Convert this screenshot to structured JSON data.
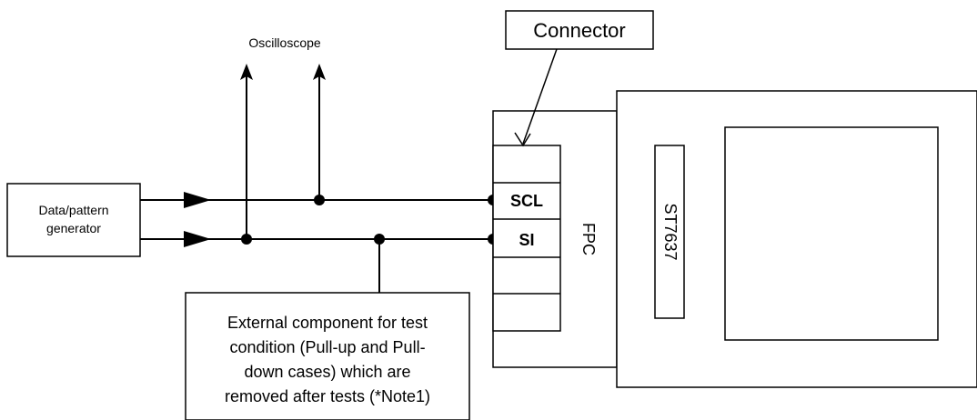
{
  "labels": {
    "oscilloscope": "Oscilloscope",
    "connector": "Connector",
    "generator_line1": "Data/pattern",
    "generator_line2": "generator",
    "pin_scl": "SCL",
    "pin_si": "SI",
    "fpc": "FPC",
    "driver_ic": "ST7637",
    "note_lines": [
      "External component for test",
      "condition (Pull-up and Pull-",
      "down cases) which are",
      "removed after tests (*Note1)"
    ]
  }
}
